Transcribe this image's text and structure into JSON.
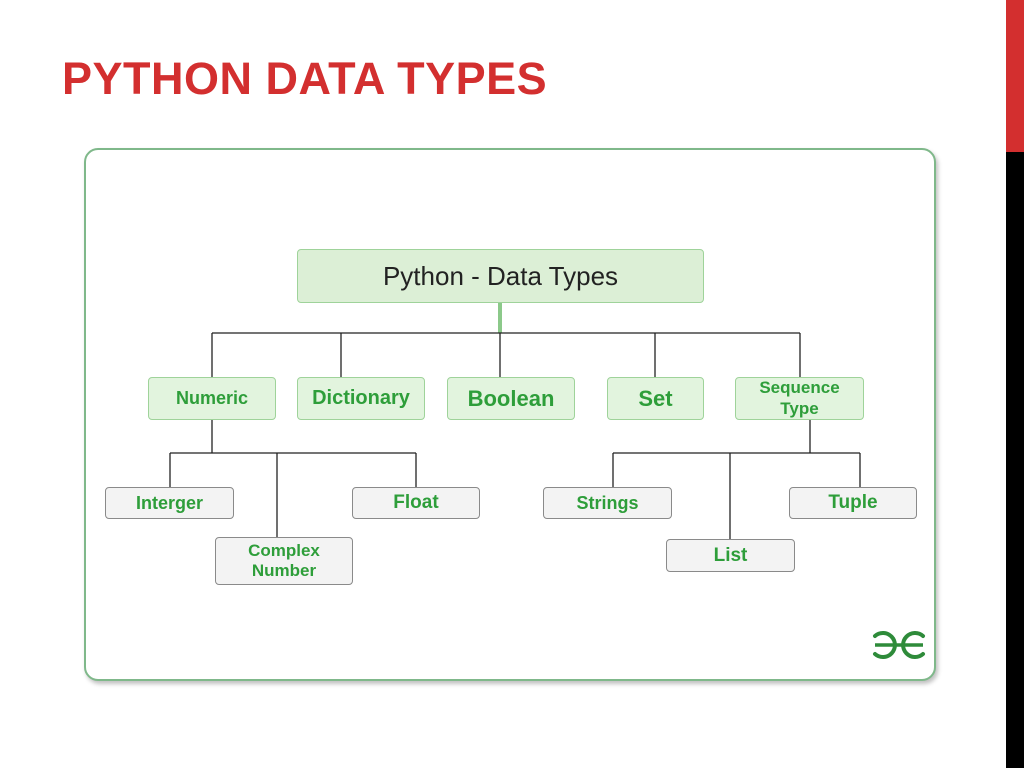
{
  "slide": {
    "title": "PYTHON DATA TYPES",
    "accent_color": "#d32f2f"
  },
  "diagram": {
    "root": "Python - Data Types",
    "categories": {
      "numeric": "Numeric",
      "dictionary": "Dictionary",
      "boolean": "Boolean",
      "set": "Set",
      "sequence_line1": "Sequence",
      "sequence_line2": "Type"
    },
    "numeric_children": {
      "integer": "Interger",
      "complex_line1": "Complex",
      "complex_line2": "Number",
      "float": "Float"
    },
    "sequence_children": {
      "strings": "Strings",
      "list": "List",
      "tuple": "Tuple"
    },
    "logo": "GG",
    "colors": {
      "node_text": "#2e9e3a",
      "green_fill": "#e2f4de",
      "grey_fill": "#f3f3f3",
      "frame_border": "#7fb88a"
    }
  }
}
